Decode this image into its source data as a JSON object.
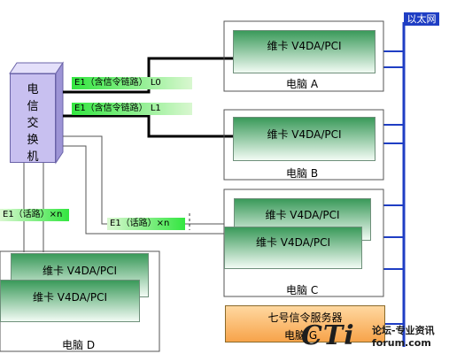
{
  "switch": {
    "label_lines": [
      "电",
      "信",
      "交",
      "换",
      "机"
    ]
  },
  "pcs": [
    {
      "name": "电脑 A",
      "cards": [
        "维卡 V4DA/PCI"
      ]
    },
    {
      "name": "电脑 B",
      "cards": [
        "维卡 V4DA/PCI"
      ]
    },
    {
      "name": "电脑 C",
      "cards": [
        "维卡 V4DA/PCI",
        "维卡 V4DA/PCI"
      ]
    },
    {
      "name": "电脑 D",
      "cards": [
        "维卡 V4DA/PCI",
        "维卡 V4DA/PCI"
      ]
    }
  ],
  "signaling_server": {
    "title": "七号信令服务器",
    "name": "电脑 G"
  },
  "ethernet": {
    "label": "以太网"
  },
  "links": {
    "l0": "E1（含信令链路） L0",
    "l1": "E1（含信令链路） L1",
    "voice_c": "E1（话路）×n",
    "voice_d": "E1（话路）×n"
  },
  "watermark": {
    "logo": "CTi",
    "slogan": "论坛-专业资讯",
    "domain": "forum.com"
  },
  "colors": {
    "link_label_bg": "#33e640",
    "card_gradient_top": "#3a9a5a",
    "card_gradient_bottom": "#f2fbf4",
    "ethernet_bus": "#1f3ec4",
    "switch_front": "#c8c0f0"
  }
}
